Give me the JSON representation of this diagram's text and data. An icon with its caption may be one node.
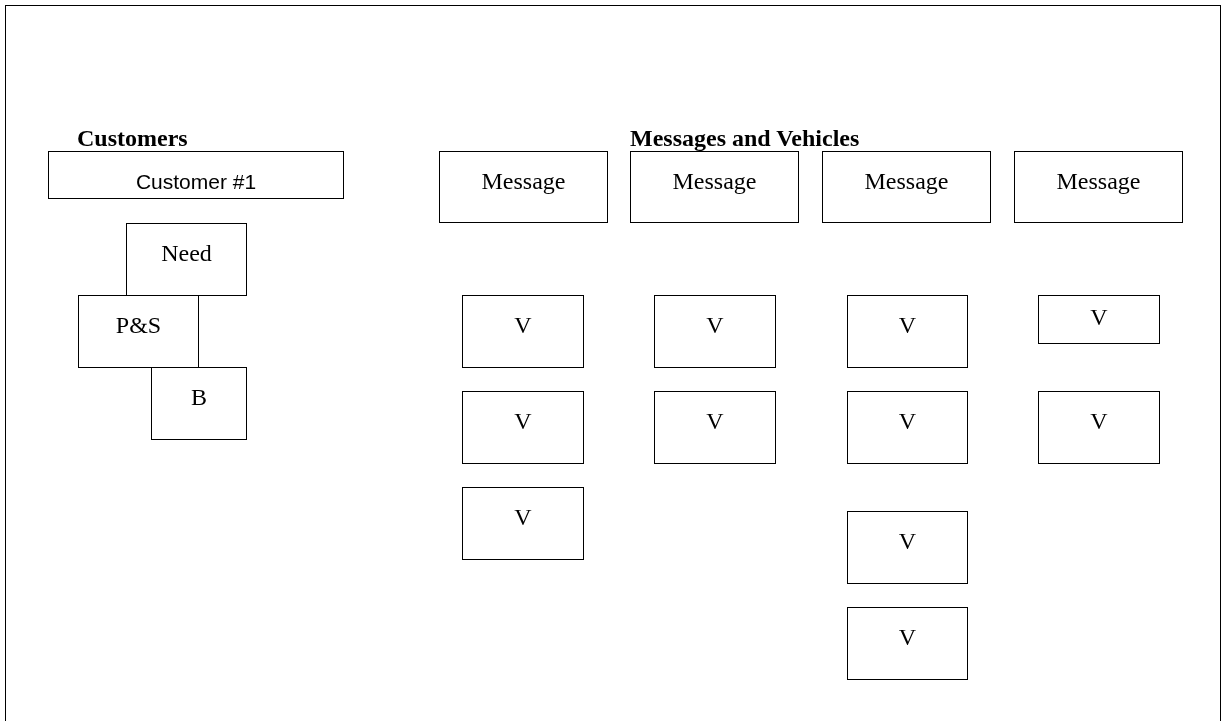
{
  "diagram": {
    "nodes": [
      {
        "text": [
          "Customer #1"
        ]
      },
      {
        "text": [
          "Need"
        ]
      },
      {
        "text": [
          "P&S"
        ]
      },
      {
        "text": [
          "B"
        ]
      },
      {
        "text": [
          "Message"
        ]
      },
      {
        "text": [
          "Message"
        ]
      },
      {
        "text": [
          "Message"
        ]
      },
      {
        "text": [
          "Message"
        ]
      },
      {
        "text": [
          "V"
        ]
      },
      {
        "text": [
          "V"
        ]
      },
      {
        "text": [
          "V"
        ]
      },
      {
        "text": [
          "V"
        ]
      },
      {
        "text": [
          "V"
        ]
      },
      {
        "text": [
          "V"
        ]
      },
      {
        "text": [
          "V"
        ]
      },
      {
        "text": [
          "V"
        ]
      },
      {
        "text": [
          "V"
        ]
      },
      {
        "text": [
          "V"
        ]
      },
      {
        "text": [
          "V"
        ]
      }
    ],
    "edges": [],
    "labels": [
      "Customers",
      "Messages and Vehicles"
    ]
  }
}
